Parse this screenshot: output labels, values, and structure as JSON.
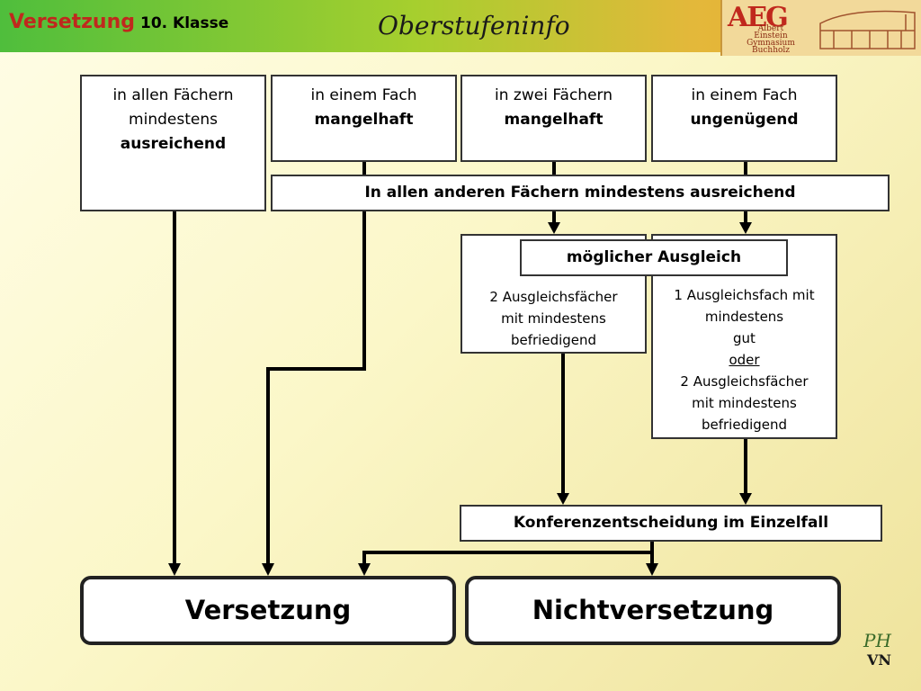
{
  "header": {
    "label_main": "Versetzung",
    "label_sub": "10. Klasse",
    "title": "Oberstufeninfo",
    "logo_big": "AEG",
    "logo_lines": [
      "Albert",
      "Einstein",
      "Gymnasium",
      "Buchholz"
    ]
  },
  "columns": {
    "c1": {
      "line1": "in allen Fächern",
      "line2": "mindestens",
      "line3": "ausreichend"
    },
    "c2": {
      "line1": "in einem Fach",
      "line2": "mangelhaft"
    },
    "c3": {
      "line1": "in zwei Fächern",
      "line2": "mangelhaft"
    },
    "c4": {
      "line1": "in einem Fach",
      "line2": "ungenügend"
    }
  },
  "condition_bar": "In allen anderen Fächern mindestens ausreichend",
  "compensation": {
    "label": "möglicher Ausgleich",
    "left_box": [
      "2 Ausgleichsfächer",
      "mit mindestens",
      "befriedigend"
    ],
    "right_box": [
      "1 Ausgleichsfach mit",
      "mindestens",
      "gut",
      "oder",
      "2 Ausgleichsfächer",
      "mit mindestens",
      "befriedigend"
    ]
  },
  "conference": "Konferenzentscheidung im Einzelfall",
  "outcomes": {
    "pass": "Versetzung",
    "fail": "Nichtversetzung"
  },
  "corner_logo": {
    "top": "PH",
    "bottom": "VN"
  }
}
